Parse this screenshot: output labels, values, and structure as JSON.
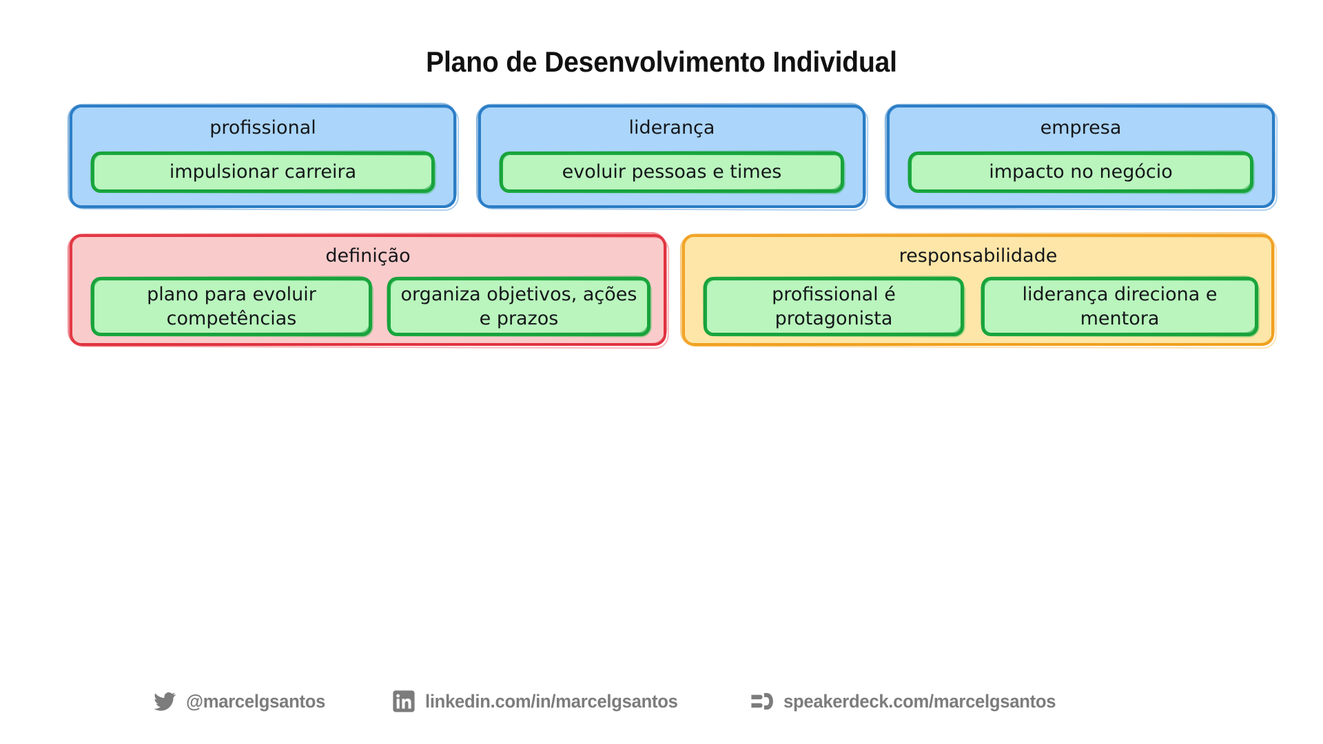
{
  "title": "Plano de Desenvolvimento Individual",
  "colors": {
    "blue_fill": "#abd5fa",
    "blue_stroke": "#2b7cc4",
    "green_fill": "#b9f5bd",
    "green_stroke": "#19a23c",
    "pink_fill": "#facbcb",
    "red_stroke": "#e03340",
    "yellow_fill": "#fde6a8",
    "orange_stroke": "#f0a020",
    "footer_gray": "#7c7c7c",
    "text_black": "#15171a"
  },
  "row1": [
    {
      "label": "profissional",
      "items": [
        "impulsionar carreira"
      ]
    },
    {
      "label": "liderança",
      "items": [
        "evoluir pessoas e times"
      ]
    },
    {
      "label": "empresa",
      "items": [
        "impacto no negócio"
      ]
    }
  ],
  "row2": [
    {
      "label": "definição",
      "items": [
        "plano para evoluir competências",
        "organiza objetivos, ações e prazos"
      ]
    },
    {
      "label": "responsabilidade",
      "items": [
        "profissional é protagonista",
        "liderança direciona e mentora"
      ]
    }
  ],
  "footer": [
    {
      "icon": "twitter-icon",
      "text": "@marcelgsantos"
    },
    {
      "icon": "linkedin-icon",
      "text": "linkedin.com/in/marcelgsantos"
    },
    {
      "icon": "speakerdeck-icon",
      "text": "speakerdeck.com/marcelgsantos"
    }
  ]
}
